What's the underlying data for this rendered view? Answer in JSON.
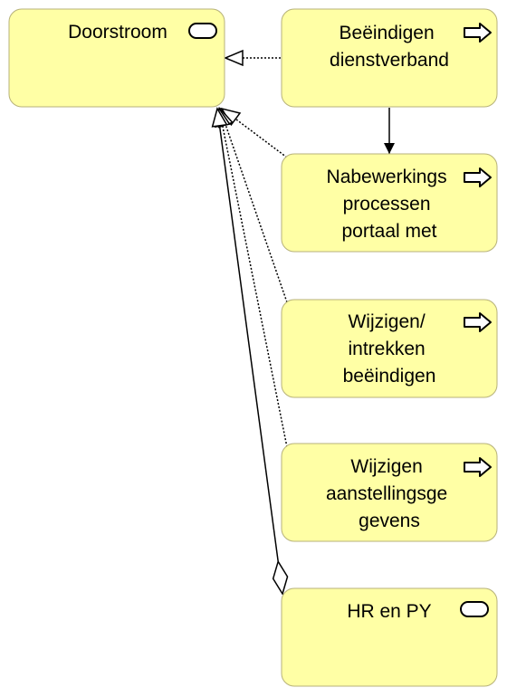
{
  "colors": {
    "node_fill": "#ffffa5",
    "node_border": "#b7b27a",
    "line": "#000000"
  },
  "nodes": {
    "doorstroom": {
      "lines": [
        "Doorstroom"
      ],
      "icon": "business-service-icon"
    },
    "beeindigen": {
      "lines": [
        "Beëindigen",
        "dienstverband"
      ],
      "icon": "business-process-icon"
    },
    "nabewerkings": {
      "lines": [
        "Nabewerkings",
        "processen",
        "portaal met"
      ],
      "icon": "business-process-icon"
    },
    "wijzigen_intrekken": {
      "lines": [
        "Wijzigen/",
        "intrekken",
        "beëindigen"
      ],
      "icon": "business-process-icon"
    },
    "wijzigen_aanstelling": {
      "lines": [
        "Wijzigen",
        "aanstellingsge",
        "gevens"
      ],
      "icon": "business-process-icon"
    },
    "hr_py": {
      "lines": [
        "HR en PY"
      ],
      "icon": "business-service-icon"
    }
  },
  "relations": [
    {
      "from": "beeindigen",
      "to": "doorstroom",
      "type": "realization"
    },
    {
      "from": "beeindigen",
      "to": "nabewerkings",
      "type": "triggering"
    },
    {
      "from": "nabewerkings",
      "to": "doorstroom",
      "type": "realization"
    },
    {
      "from": "wijzigen_intrekken",
      "to": "doorstroom",
      "type": "realization"
    },
    {
      "from": "wijzigen_aanstelling",
      "to": "doorstroom",
      "type": "realization"
    },
    {
      "from": "hr_py",
      "to": "doorstroom",
      "type": "aggregation"
    }
  ]
}
